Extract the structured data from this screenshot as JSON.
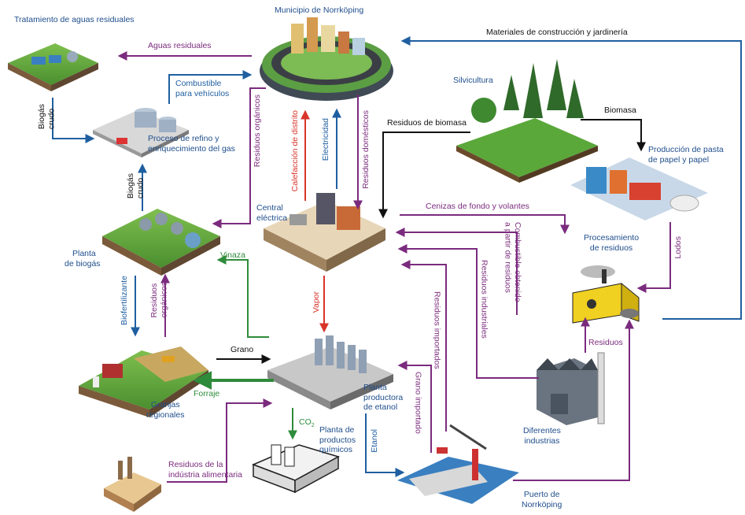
{
  "nodes": {
    "municipio": "Municipio de Norrköping",
    "tratamiento": "Tratamiento de aguas residuales",
    "refino_1": "Proceso de refino y",
    "refino_2": "enriquecimiento del gas",
    "planta_biogas_1": "Planta",
    "planta_biogas_2": "de biogás",
    "granjas_1": "Granjas",
    "granjas_2": "regionales",
    "central_1": "Central",
    "central_2": "eléctrica",
    "etanol_1": "Planta",
    "etanol_2": "productora",
    "etanol_3": "de etanol",
    "quimicos_1": "Planta de",
    "quimicos_2": "productos",
    "quimicos_3": "químicos",
    "silvicultura": "Silvicultura",
    "pasta_1": "Producción de pasta",
    "pasta_2": "de papel y papel",
    "procesamiento_1": "Procesamiento",
    "procesamiento_2": "de residuos",
    "industrias_1": "Diferentes",
    "industrias_2": "industrias",
    "puerto_1": "Puerto de",
    "puerto_2": "Norrköping"
  },
  "flows": {
    "aguas_residuales": "Aguas residuales",
    "combustible_veh_1": "Combustible",
    "combustible_veh_2": "para vehículos",
    "biogas_crudo_top_1": "Biogás",
    "biogas_crudo_top_2": "crudo",
    "biogas_crudo_mid_1": "Biogás",
    "biogas_crudo_mid_2": "crudo",
    "residuos_organicos_muni": "Residuos orgánicos",
    "calefaccion": "Calefacción de distrito",
    "electricidad": "Electricidad",
    "residuos_domesticos": "Residuos domésticos",
    "materiales": "Materiales de construcción y jardinería",
    "residuos_biomasa": "Residuos de biomasa",
    "biomasa": "Biomasa",
    "cenizas": "Cenizas de fondo y volantes",
    "combustible_residuos_1": "Combustible obtenido",
    "combustible_residuos_2": "a partir de residuos",
    "lodos": "Lodos",
    "residuos_industriales": "Residuos industriales",
    "residuos_importados": "Residuos importados",
    "residuos": "Residuos",
    "vinaza": "Vinaza",
    "vapor": "Vapor",
    "biofertilizante": "Biofertilizante",
    "residuos_org_1": "Residuos",
    "residuos_org_2": "orgánicos",
    "grano": "Grano",
    "forraje": "Forraje",
    "co2": "CO",
    "co2_sub": "2",
    "grano_importado": "Grano importado",
    "etanol": "Etanol",
    "alimentaria_1": "Residuos de la",
    "alimentaria_2": "indústria alimentaria"
  },
  "colors": {
    "blue": "#1f5fa0",
    "purple": "#7b2b7e",
    "red": "#d8352a",
    "green": "#2e8b3a",
    "black": "#111111",
    "node_text": "#1f4e8c"
  }
}
